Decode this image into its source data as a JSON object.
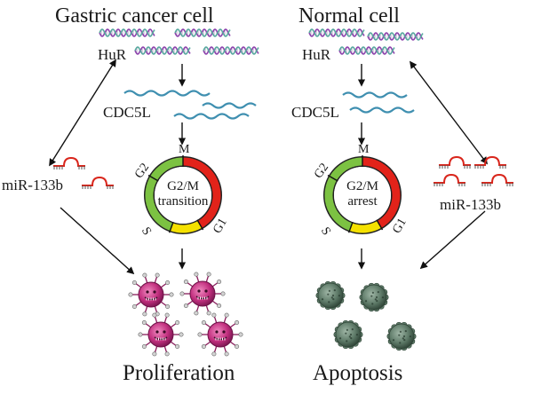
{
  "left_panel": {
    "title": "Gastric cancer cell",
    "hur_label": "HuR",
    "cdc5l_label": "CDC5L",
    "mir_label": "miR-133b",
    "cycle": {
      "m": "M",
      "g2": "G2",
      "s": "S",
      "g1": "G1",
      "center_line1": "G2/M",
      "center_line2": "transition"
    },
    "outcome": "Proliferation"
  },
  "right_panel": {
    "title": "Normal cell",
    "hur_label": "HuR",
    "cdc5l_label": "CDC5L",
    "mir_label": "miR-133b",
    "cycle": {
      "m": "M",
      "g2": "G2",
      "s": "S",
      "g1": "G1",
      "center_line1": "G2/M",
      "center_line2": "arrest"
    },
    "outcome": "Apoptosis"
  },
  "colors": {
    "dna_purple": "#8e44ad",
    "dna_teal": "#5aa9a0",
    "mrna": "#3f8fb0",
    "mir": "#d9261c",
    "cycle_green": "#7cc242",
    "cycle_red": "#e2231a",
    "cycle_yellow": "#f5e100",
    "cancer_cell": "#c2307f",
    "apoptotic_cell": "#5e7a68"
  }
}
